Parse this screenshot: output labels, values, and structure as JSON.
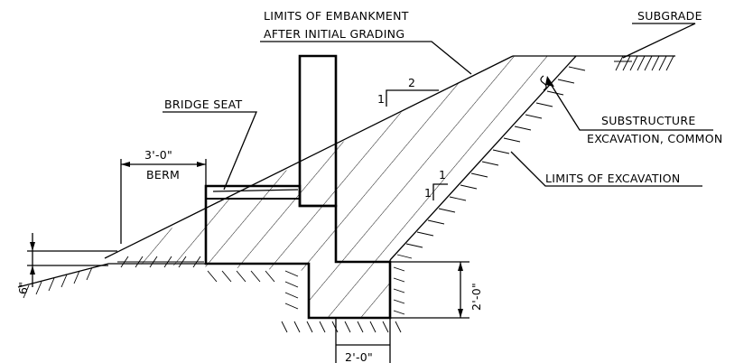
{
  "labels": {
    "embankment_line1": "LIMITS OF EMBANKMENT",
    "embankment_line2": "AFTER INITIAL GRADING",
    "subgrade": "SUBGRADE",
    "bridge_seat": "BRIDGE SEAT",
    "berm_width": "3'-0\"",
    "berm": "BERM",
    "slope_upper_rise": "1",
    "slope_upper_run": "2",
    "slope_lower_rise": "1",
    "slope_lower_run": "1",
    "substructure_line1": "SUBSTRUCTURE",
    "substructure_line2": "EXCAVATION, COMMON",
    "limits_excavation": "LIMITS OF EXCAVATION",
    "six_inch": "6\"",
    "footing_depth": "2'-0\"",
    "footing_width": "2'-0\""
  }
}
